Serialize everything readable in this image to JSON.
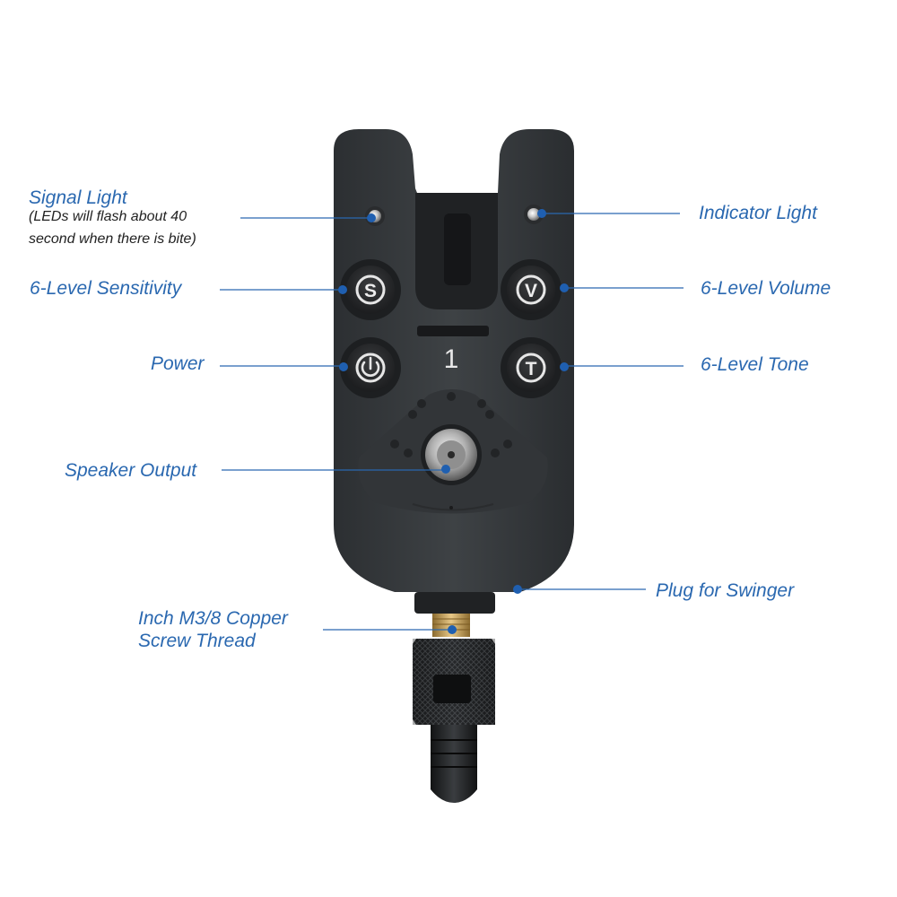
{
  "device": {
    "display_number": "1",
    "buttons": {
      "sensitivity_letter": "S",
      "volume_letter": "V",
      "tone_letter": "T"
    }
  },
  "labels": {
    "signal_light": "Signal Light",
    "signal_light_note_1": "(LEDs will flash about 40",
    "signal_light_note_2": "second when there is bite)",
    "indicator_light": "Indicator Light",
    "sensitivity": "6-Level Sensitivity",
    "volume": "6-Level Volume",
    "power": "Power",
    "tone": "6-Level Tone",
    "speaker_output": "Speaker Output",
    "plug_for_swinger": "Plug for Swinger",
    "screw_thread_1": "Inch M3/8 Copper",
    "screw_thread_2": "Screw Thread"
  },
  "colors": {
    "label": "#2a68b0",
    "leader_dot": "#1f5fb0",
    "body": "#3a3d40",
    "body_dark": "#25282b",
    "button_ring": "#e6e6e6",
    "copper": "#c9a35a"
  },
  "icons": {
    "power": "power-icon",
    "led": "led-light-icon",
    "speaker": "speaker-icon"
  }
}
